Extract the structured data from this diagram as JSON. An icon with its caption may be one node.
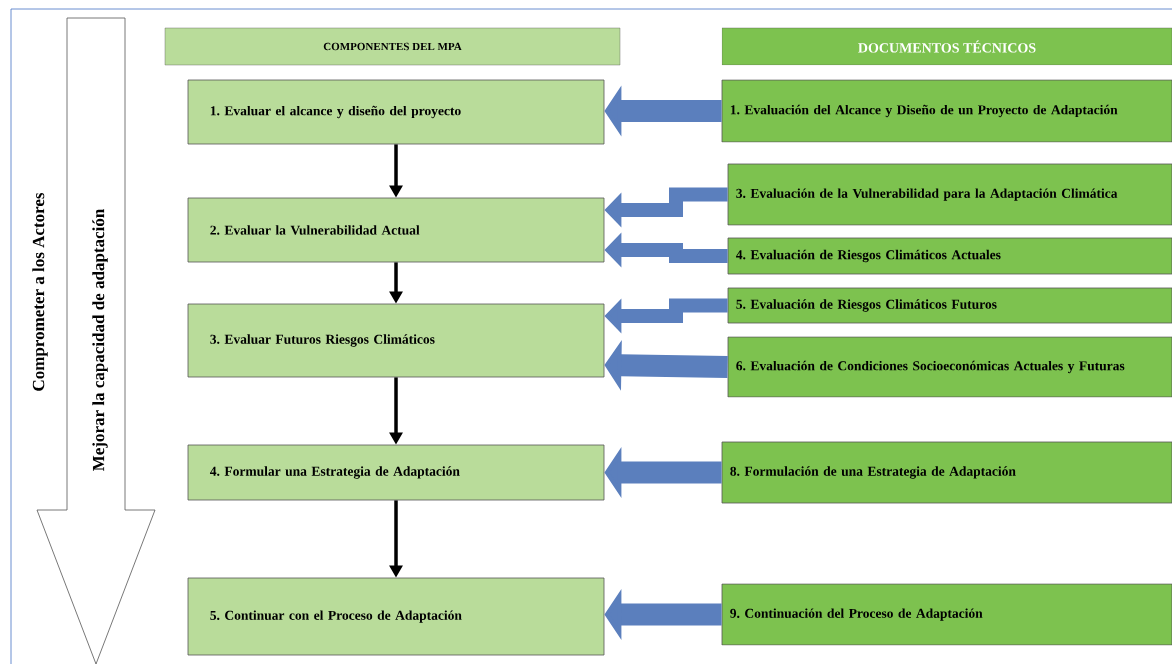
{
  "diagram": {
    "nodes": [
      {
        "text": [
          "COMPONENTES DEL MPA"
        ]
      },
      {
        "text": [
          "DOCUMENTOS TÉCNICOS"
        ]
      },
      {
        "text": [
          "1. Evaluar el alcance y diseño del proyecto"
        ]
      },
      {
        "text": [
          "2. Evaluar la Vulnerabilidad Actual"
        ]
      },
      {
        "text": [
          "3. Evaluar Futuros Riesgos Climáticos"
        ]
      },
      {
        "text": [
          "4. Formular una Estrategia de Adaptación"
        ]
      },
      {
        "text": [
          "5. Continuar con el Proceso de Adaptación"
        ]
      },
      {
        "text": [
          "1. Evaluación del Alcance y Diseño de un Proyecto de Adaptación"
        ]
      },
      {
        "text": [
          "3. Evaluación de la Vulnerabilidad para la Adaptación Climática"
        ]
      },
      {
        "text": [
          "4. Evaluación de Riesgos Climáticos Actuales"
        ]
      },
      {
        "text": [
          "5. Evaluación de Riesgos Climáticos Futuros"
        ]
      },
      {
        "text": [
          "6. Evaluación de Condiciones Socioeconómicas Actuales y Futuras"
        ]
      },
      {
        "text": [
          "8. Formulación de una Estrategia de Adaptación"
        ]
      },
      {
        "text": [
          "9. Continuación del Proceso de Adaptación"
        ]
      },
      {
        "text": [
          "Mejorar la capacidad de adaptación"
        ]
      }
    ],
    "edges": [
      {
        "from": 2,
        "to": 3,
        "arrow": "to",
        "color": "#000000"
      },
      {
        "from": 3,
        "to": 4,
        "arrow": "to",
        "color": "#000000"
      },
      {
        "from": 4,
        "to": 5,
        "arrow": "to",
        "color": "#000000"
      },
      {
        "from": 5,
        "to": 6,
        "arrow": "to",
        "color": "#000000"
      },
      {
        "from": 7,
        "to": 2,
        "arrow": "to"
      },
      {
        "from": 8,
        "to": 3,
        "arrow": "to"
      },
      {
        "from": 9,
        "to": 3,
        "arrow": "to"
      },
      {
        "from": 10,
        "to": 4,
        "arrow": "to"
      },
      {
        "from": 11,
        "to": 4,
        "arrow": "to"
      },
      {
        "from": 12,
        "to": 5,
        "arrow": "to"
      },
      {
        "from": 13,
        "to": 6,
        "arrow": "to"
      }
    ],
    "labels": [
      "Comprometer a los Actores"
    ]
  }
}
